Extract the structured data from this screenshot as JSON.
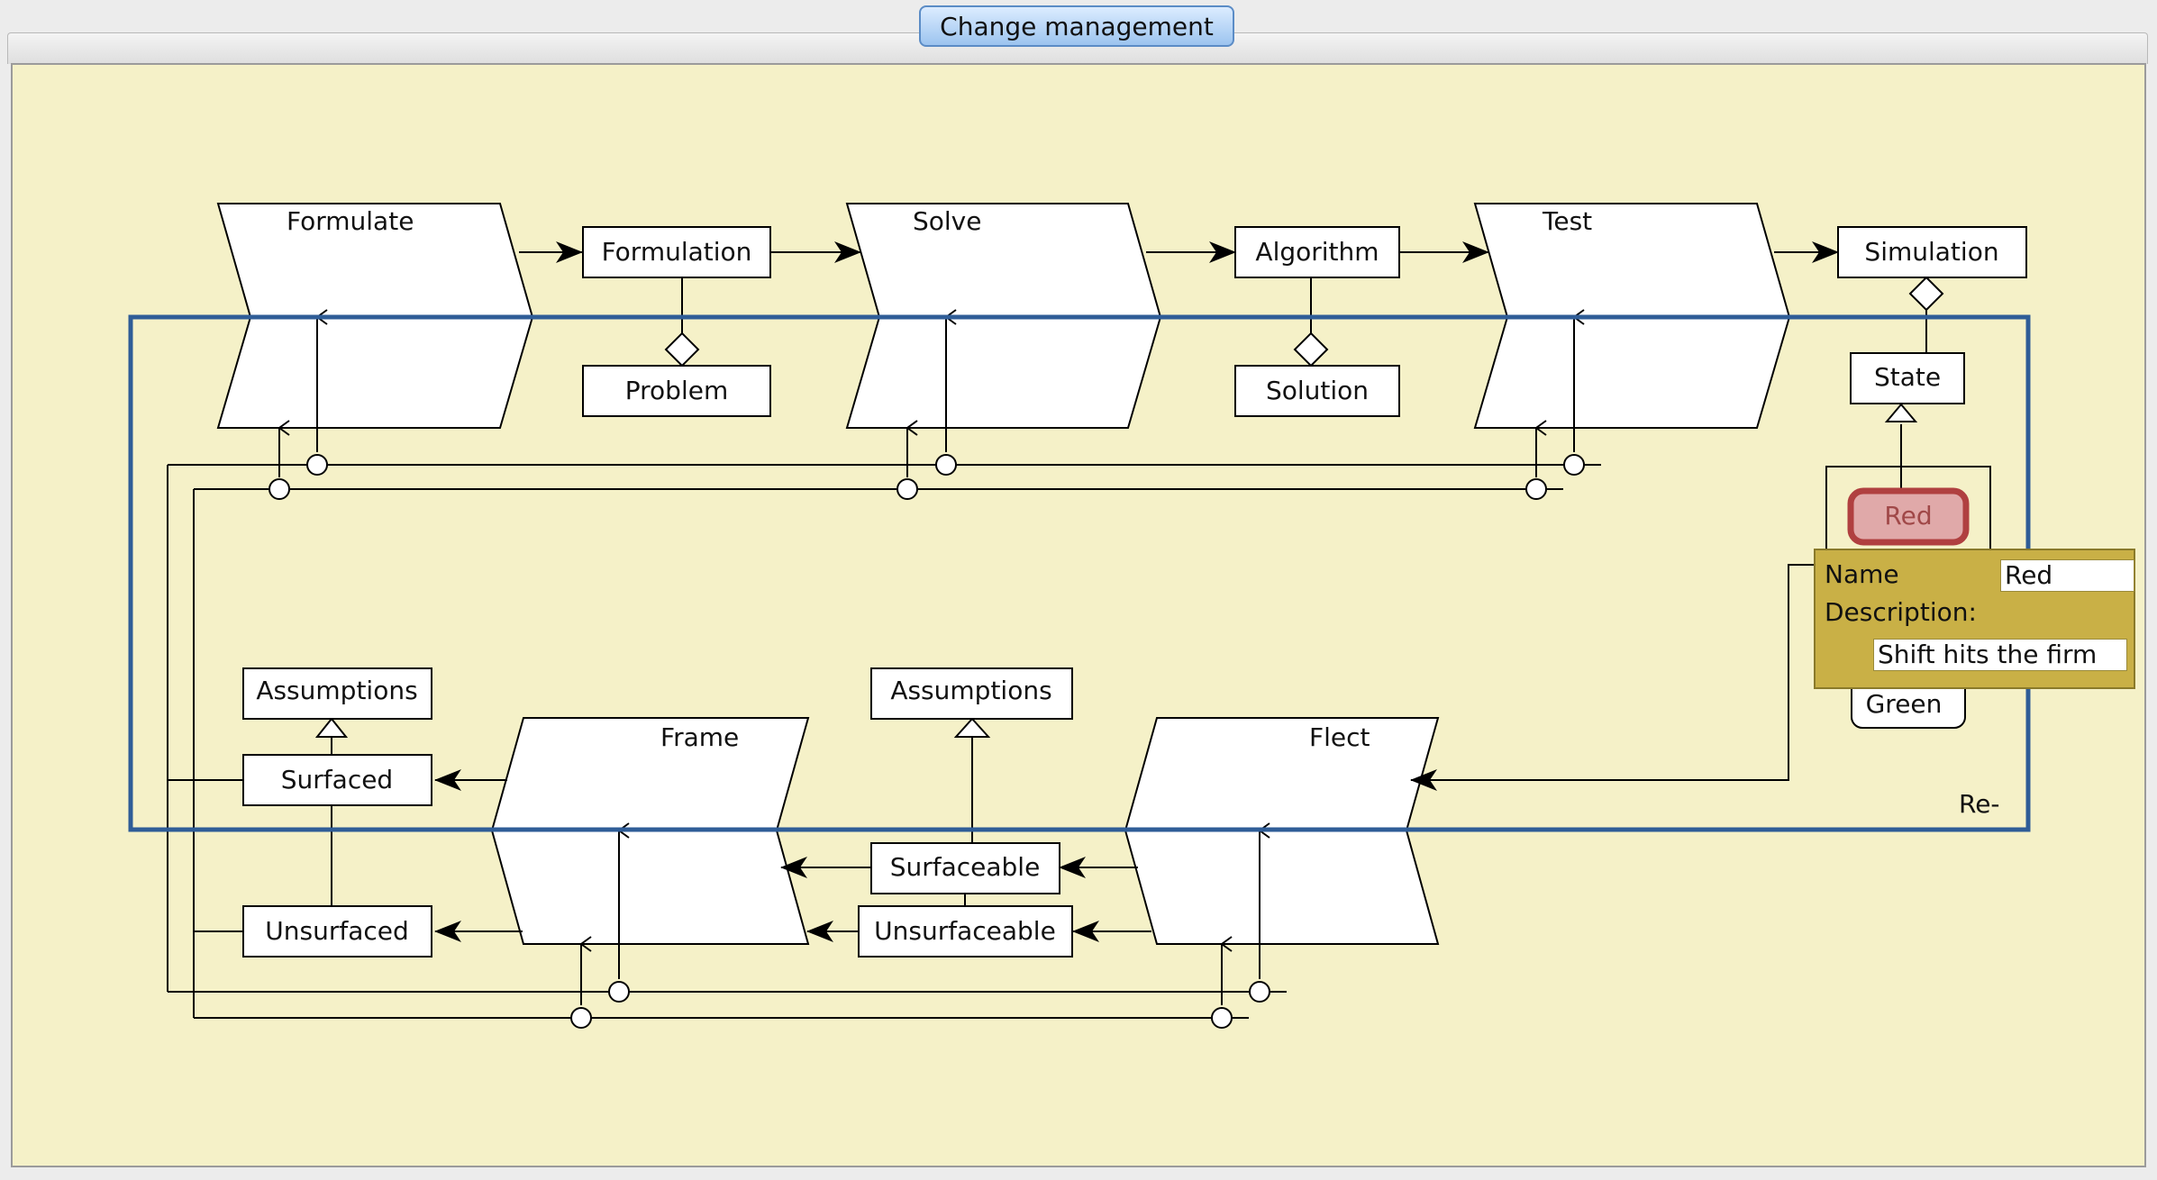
{
  "tab": {
    "label": "Change management"
  },
  "processes": {
    "formulate": "Formulate",
    "solve": "Solve",
    "test": "Test",
    "frame": "Frame",
    "flect": "Flect"
  },
  "boxes": {
    "formulation": "Formulation",
    "problem": "Problem",
    "algorithm": "Algorithm",
    "solution": "Solution",
    "simulation": "Simulation",
    "state": "State",
    "red": "Red",
    "green": "Green",
    "assumptions_left": "Assumptions",
    "surfaced": "Surfaced",
    "unsurfaced": "Unsurfaced",
    "assumptions_mid": "Assumptions",
    "surfaceable": "Surfaceable",
    "unsurfaceable": "Unsurfaceable"
  },
  "region": {
    "label": "Re-"
  },
  "popup": {
    "name_label": "Name",
    "name_value": "Red",
    "description_label": "Description:",
    "description_value": "Shift hits the firm"
  },
  "colors": {
    "canvas": "#f5f1c8",
    "region_border": "#2f5d97",
    "selected_fill": "#e0a9a9",
    "selected_border": "#b04040",
    "popup_bg": "#c9b046",
    "tab_accent": "#9cc4ef"
  }
}
